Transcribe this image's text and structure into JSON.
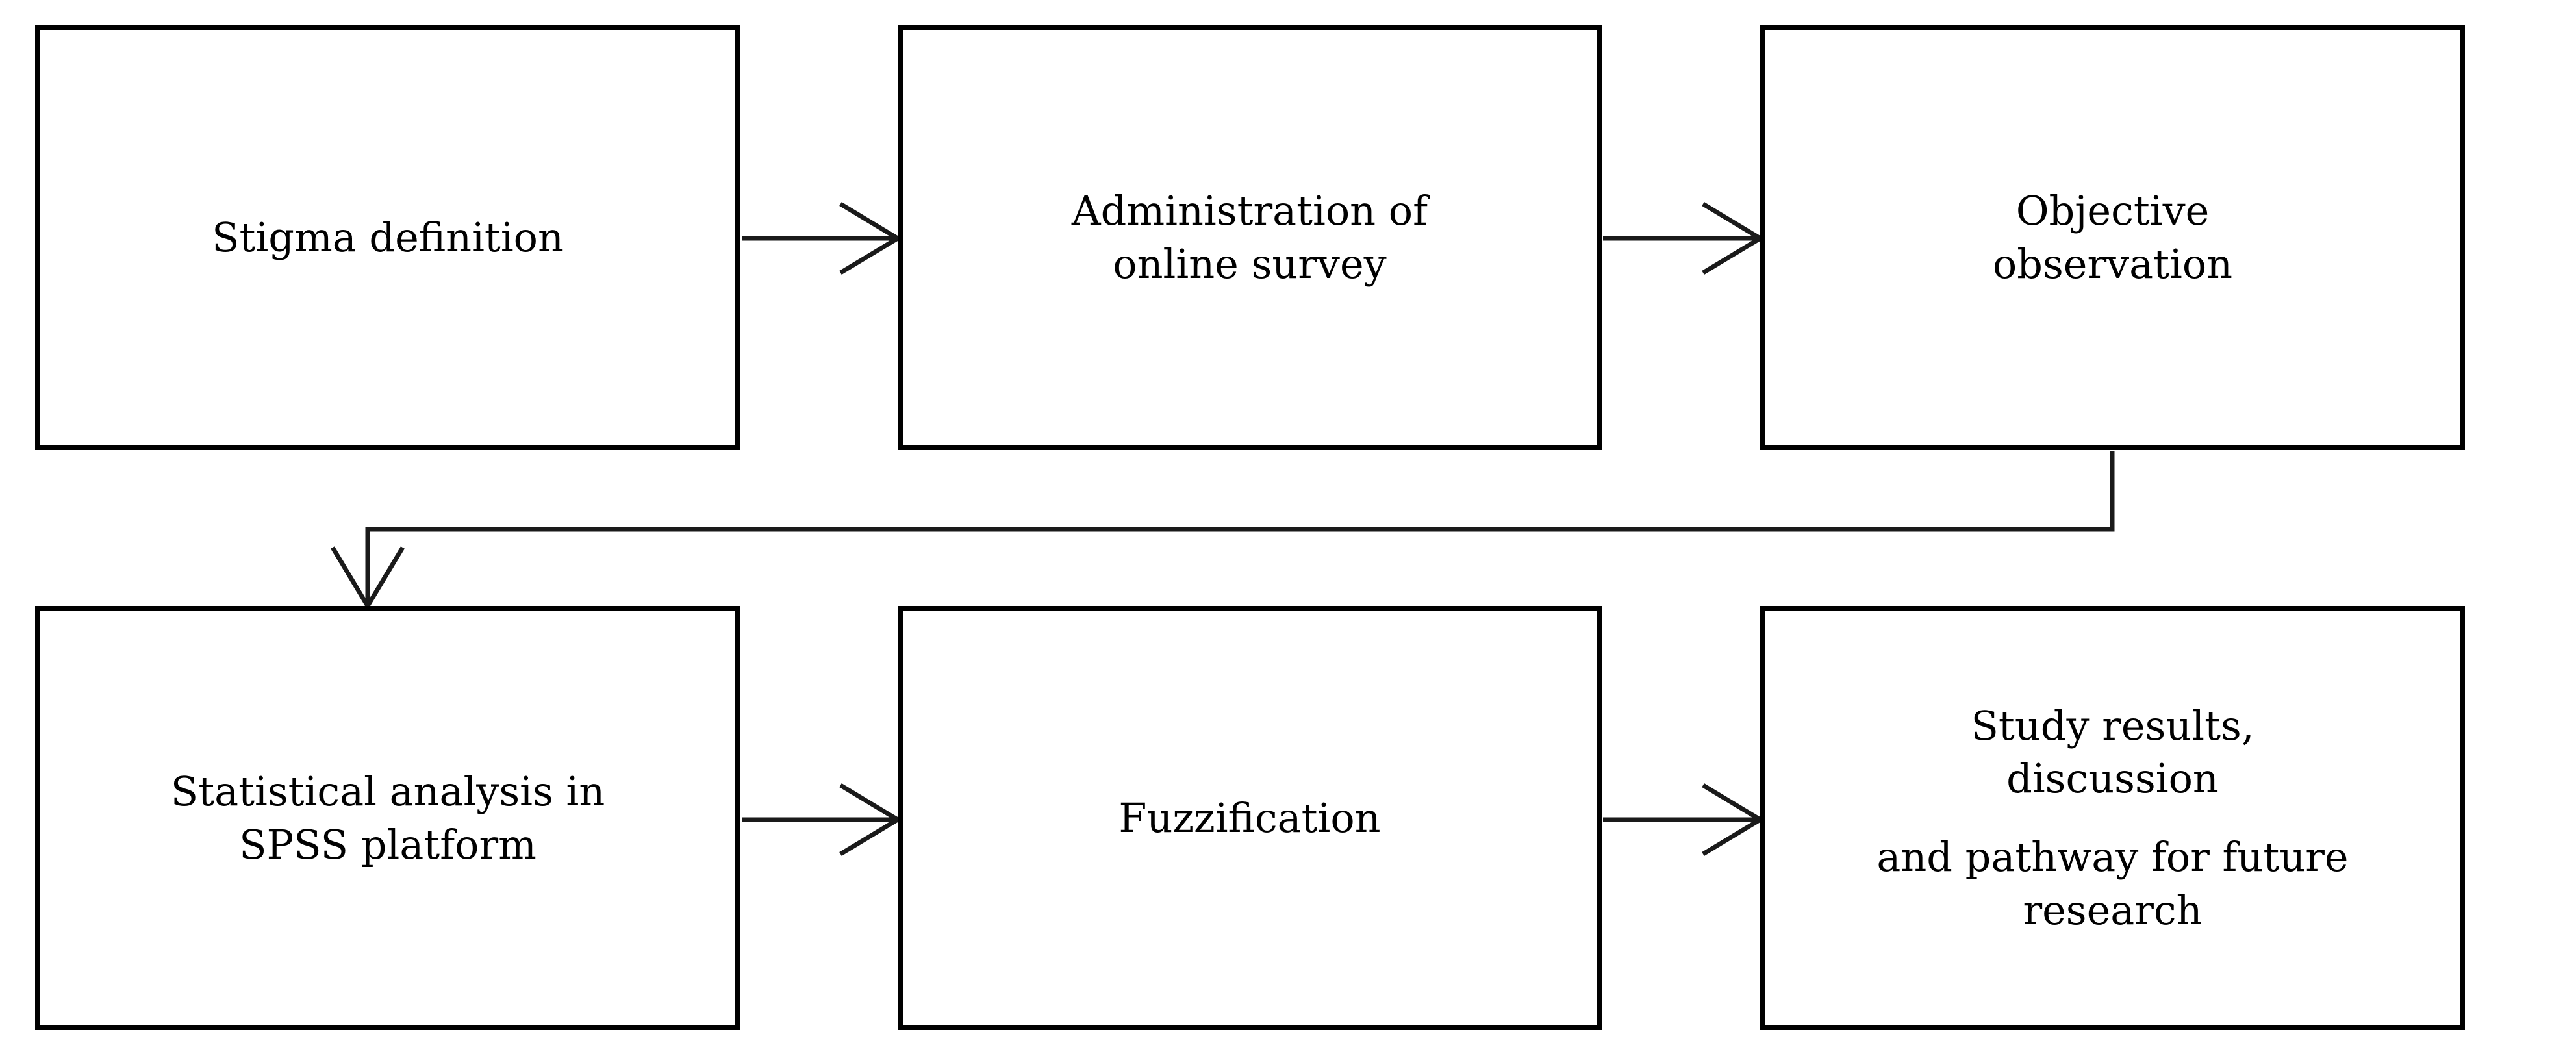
{
  "diagram": {
    "type": "flowchart",
    "title": "",
    "orientation": "left-to-right, two rows with wrap",
    "background_color": "#ffffff",
    "line_color": "#1a1a1a",
    "border_color": "#000000",
    "text_color": "#000000",
    "nodes": [
      {
        "id": "stigma",
        "label": "Stigma definition",
        "lines": [
          "Stigma definition"
        ],
        "row": 1,
        "column": 1
      },
      {
        "id": "survey",
        "label": "Administration of online survey",
        "lines": [
          "Administration of",
          "online survey"
        ],
        "row": 1,
        "column": 2
      },
      {
        "id": "observation",
        "label": "Objective observation",
        "lines": [
          "Objective",
          "observation"
        ],
        "row": 1,
        "column": 3
      },
      {
        "id": "spss",
        "label": "Statistical analysis in SPSS platform",
        "lines": [
          "Statistical analysis in",
          "SPSS platform"
        ],
        "row": 2,
        "column": 1
      },
      {
        "id": "fuzzification",
        "label": "Fuzzification",
        "lines": [
          "Fuzzification"
        ],
        "row": 2,
        "column": 2
      },
      {
        "id": "study",
        "label": "Study results, discussion and pathway for future research",
        "lines": [
          "Study results,",
          "discussion",
          "and pathway for future",
          "research"
        ],
        "row": 2,
        "column": 3
      }
    ],
    "edges": [
      {
        "id": "e1",
        "from": "stigma",
        "to": "survey",
        "style": "straight-horizontal",
        "arrowhead": "open-v"
      },
      {
        "id": "e2",
        "from": "survey",
        "to": "observation",
        "style": "straight-horizontal",
        "arrowhead": "open-v"
      },
      {
        "id": "e3",
        "from": "observation",
        "to": "spss",
        "style": "elbow-down-left-down",
        "arrowhead": "open-v"
      },
      {
        "id": "e4",
        "from": "spss",
        "to": "fuzzification",
        "style": "straight-horizontal",
        "arrowhead": "open-v"
      },
      {
        "id": "e5",
        "from": "fuzzification",
        "to": "study",
        "style": "straight-horizontal",
        "arrowhead": "open-v"
      }
    ]
  }
}
